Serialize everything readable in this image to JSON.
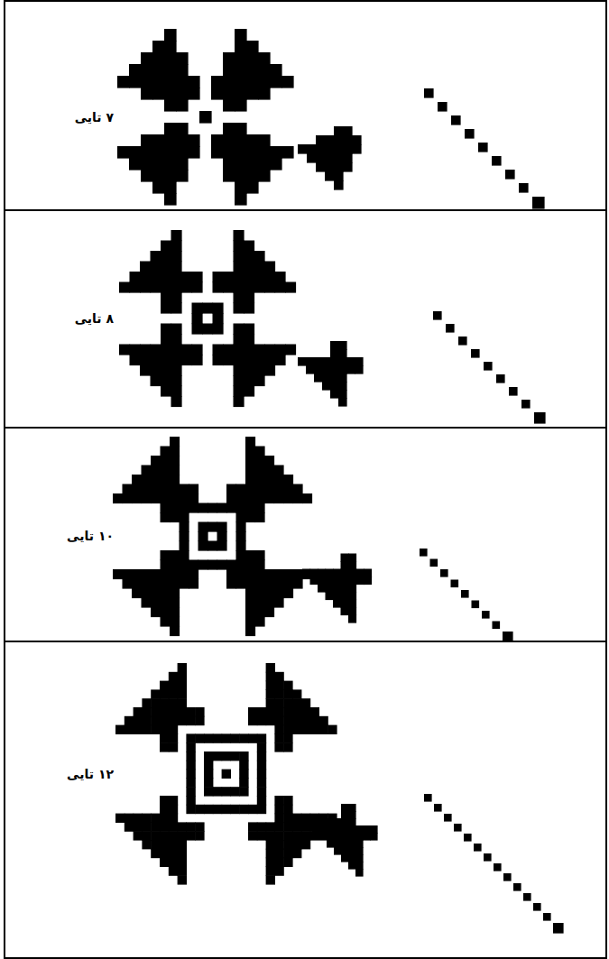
{
  "diagram": {
    "nodes": [
      {
        "text": [
          "۷ تایی"
        ]
      },
      {
        "text": [
          "۸ تایی"
        ]
      },
      {
        "text": [
          "۱۰ تایی"
        ]
      },
      {
        "text": [
          "۱۲ تایی"
        ]
      }
    ]
  }
}
